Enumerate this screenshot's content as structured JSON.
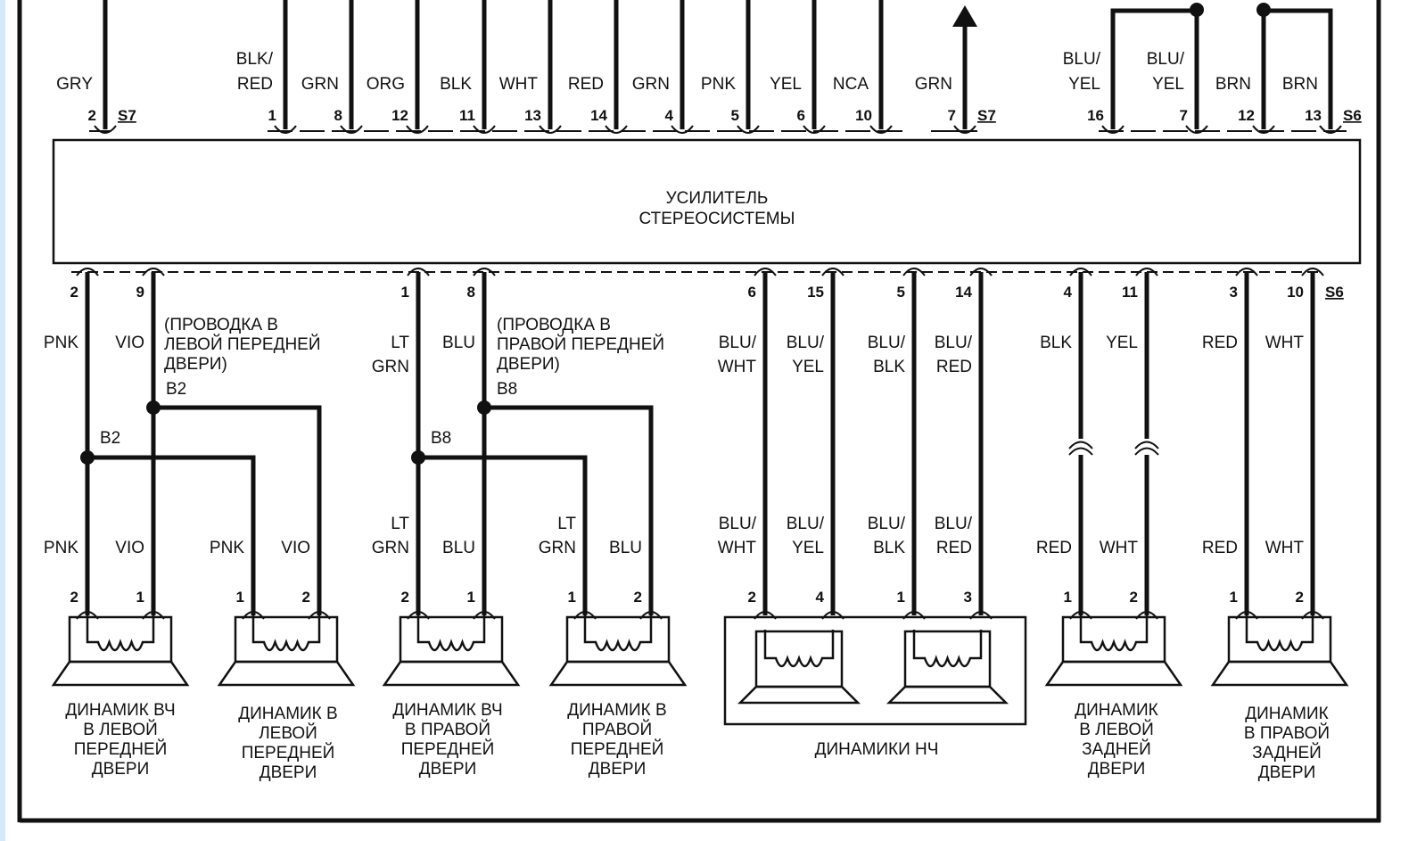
{
  "amplifier": {
    "title_line1": "УСИЛИТЕЛЬ",
    "title_line2": "СТЕРЕОСИСТЕМЫ"
  },
  "top_connectors": [
    {
      "pin": "2",
      "color_line1": "",
      "color_line2": "GRY",
      "connector": "S7"
    },
    {
      "pin": "1",
      "color_line1": "BLK/",
      "color_line2": "RED",
      "connector": ""
    },
    {
      "pin": "8",
      "color_line1": "",
      "color_line2": "GRN",
      "connector": ""
    },
    {
      "pin": "12",
      "color_line1": "",
      "color_line2": "ORG",
      "connector": ""
    },
    {
      "pin": "11",
      "color_line1": "",
      "color_line2": "BLK",
      "connector": ""
    },
    {
      "pin": "13",
      "color_line1": "",
      "color_line2": "WHT",
      "connector": ""
    },
    {
      "pin": "14",
      "color_line1": "",
      "color_line2": "RED",
      "connector": ""
    },
    {
      "pin": "4",
      "color_line1": "",
      "color_line2": "GRN",
      "connector": ""
    },
    {
      "pin": "5",
      "color_line1": "",
      "color_line2": "PNK",
      "connector": ""
    },
    {
      "pin": "6",
      "color_line1": "",
      "color_line2": "YEL",
      "connector": ""
    },
    {
      "pin": "10",
      "color_line1": "",
      "color_line2": "NCA",
      "connector": ""
    },
    {
      "pin": "7",
      "color_line1": "",
      "color_line2": "GRN",
      "connector": "S7"
    },
    {
      "pin": "16",
      "color_line1": "BLU/",
      "color_line2": "YEL",
      "connector": ""
    },
    {
      "pin": "7",
      "color_line1": "BLU/",
      "color_line2": "YEL",
      "connector": ""
    },
    {
      "pin": "12",
      "color_line1": "",
      "color_line2": "BRN",
      "connector": ""
    },
    {
      "pin": "13",
      "color_line1": "",
      "color_line2": "BRN",
      "connector": "S6"
    }
  ],
  "bottom_connectors": [
    {
      "pin": "2",
      "color_line1": "PNK",
      "color_line2": "",
      "connector": ""
    },
    {
      "pin": "9",
      "color_line1": "VIO",
      "color_line2": "",
      "connector": ""
    },
    {
      "pin": "1",
      "color_line1": "LT",
      "color_line2": "GRN",
      "connector": ""
    },
    {
      "pin": "8",
      "color_line1": "BLU",
      "color_line2": "",
      "connector": ""
    },
    {
      "pin": "6",
      "color_line1": "BLU/",
      "color_line2": "WHT",
      "connector": ""
    },
    {
      "pin": "15",
      "color_line1": "BLU/",
      "color_line2": "YEL",
      "connector": ""
    },
    {
      "pin": "5",
      "color_line1": "BLU/",
      "color_line2": "BLK",
      "connector": ""
    },
    {
      "pin": "14",
      "color_line1": "BLU/",
      "color_line2": "RED",
      "connector": ""
    },
    {
      "pin": "4",
      "color_line1": "BLK",
      "color_line2": "",
      "connector": ""
    },
    {
      "pin": "11",
      "color_line1": "YEL",
      "color_line2": "",
      "connector": ""
    },
    {
      "pin": "3",
      "color_line1": "RED",
      "color_line2": "",
      "connector": ""
    },
    {
      "pin": "10",
      "color_line1": "WHT",
      "color_line2": "",
      "connector": "S6"
    }
  ],
  "wiring_notes": [
    {
      "line1": "(ПРОВОДКА В",
      "line2": "ЛЕВОЙ ПЕРЕДНЕЙ",
      "line3": "ДВЕРИ)"
    },
    {
      "line1": "(ПРОВОДКА В",
      "line2": "ПРАВОЙ ПЕРЕДНЕЙ",
      "line3": "ДВЕРИ)"
    }
  ],
  "splices": [
    "B2",
    "B2",
    "B8",
    "B8"
  ],
  "lower_wires": [
    {
      "color_line1": "",
      "color_line2": "PNK",
      "pin": "2"
    },
    {
      "color_line1": "",
      "color_line2": "VIO",
      "pin": "1"
    },
    {
      "color_line1": "",
      "color_line2": "PNK",
      "pin": "1"
    },
    {
      "color_line1": "",
      "color_line2": "VIO",
      "pin": "2"
    },
    {
      "color_line1": "LT",
      "color_line2": "GRN",
      "pin": "2"
    },
    {
      "color_line1": "",
      "color_line2": "BLU",
      "pin": "1"
    },
    {
      "color_line1": "LT",
      "color_line2": "GRN",
      "pin": "1"
    },
    {
      "color_line1": "",
      "color_line2": "BLU",
      "pin": "2"
    },
    {
      "color_line1": "BLU/",
      "color_line2": "WHT",
      "pin": "2"
    },
    {
      "color_line1": "BLU/",
      "color_line2": "YEL",
      "pin": "4"
    },
    {
      "color_line1": "BLU/",
      "color_line2": "BLK",
      "pin": "1"
    },
    {
      "color_line1": "BLU/",
      "color_line2": "RED",
      "pin": "3"
    },
    {
      "color_line1": "",
      "color_line2": "RED",
      "pin": "1"
    },
    {
      "color_line1": "",
      "color_line2": "WHT",
      "pin": "2"
    },
    {
      "color_line1": "",
      "color_line2": "RED",
      "pin": "1"
    },
    {
      "color_line1": "",
      "color_line2": "WHT",
      "pin": "2"
    }
  ],
  "speakers": [
    {
      "line1": "ДИНАМИК ВЧ",
      "line2": "В ЛЕВОЙ",
      "line3": "ПЕРЕДНЕЙ",
      "line4": "ДВЕРИ"
    },
    {
      "line1": "ДИНАМИК В",
      "line2": "ЛЕВОЙ",
      "line3": "ПЕРЕДНЕЙ",
      "line4": "ДВЕРИ"
    },
    {
      "line1": "ДИНАМИК ВЧ",
      "line2": "В ПРАВОЙ",
      "line3": "ПЕРЕДНЕЙ",
      "line4": "ДВЕРИ"
    },
    {
      "line1": "ДИНАМИК В",
      "line2": "ПРАВОЙ",
      "line3": "ПЕРЕДНЕЙ",
      "line4": "ДВЕРИ"
    },
    {
      "line1": "ДИНАМИКИ НЧ",
      "line2": "",
      "line3": "",
      "line4": ""
    },
    {
      "line1": "ДИНАМИК",
      "line2": "В ЛЕВОЙ",
      "line3": "ЗАДНЕЙ",
      "line4": "ДВЕРИ"
    },
    {
      "line1": "ДИНАМИК",
      "line2": "В ПРАВОЙ",
      "line3": "ЗАДНЕЙ",
      "line4": "ДВЕРИ"
    }
  ]
}
